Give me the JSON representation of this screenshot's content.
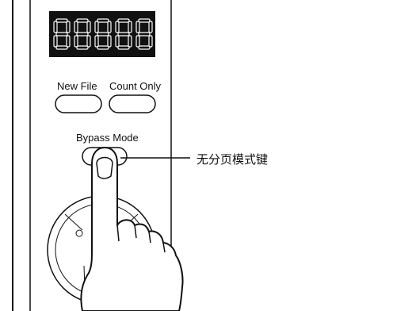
{
  "display": {
    "digits": [
      "8",
      "8",
      "8",
      "8",
      "8"
    ]
  },
  "buttons": {
    "new_file": "New File",
    "count_only": "Count Only",
    "bypass_mode": "Bypass Mode"
  },
  "callout": {
    "text": "无分页模式键"
  },
  "colors": {
    "panel_bg": "#ffffff",
    "display_bg": "#111111",
    "segment": "#ffffff",
    "stroke": "#111111"
  }
}
